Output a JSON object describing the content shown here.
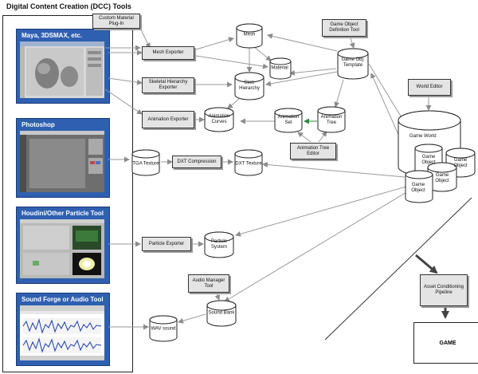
{
  "dcc": {
    "title": "Digital Content Creation (DCC) Tools",
    "apps": [
      {
        "label": "Maya, 3DSMAX, etc.",
        "shot": "maya"
      },
      {
        "label": "Photoshop",
        "shot": "photoshop"
      },
      {
        "label": "Houdini/Other Particle Tool",
        "shot": "houdini"
      },
      {
        "label": "Sound Forge or Audio Tool",
        "shot": "sound"
      }
    ]
  },
  "tools": {
    "custom_material_plugin": "Custom Material Plug-In",
    "mesh_exporter": "Mesh Exporter",
    "skeletal_hierarchy_exporter": "Skeletal Hierarchy Exporter",
    "animation_exporter": "Animation Exporter",
    "dxt_compression": "DXT Compression",
    "game_object_definition_tool": "Game Object Definition Tool",
    "animation_tree_editor": "Animation Tree Editor",
    "world_editor": "World Editor",
    "particle_exporter": "Particle Exporter",
    "audio_manager_tool": "Audio Manager Tool",
    "asset_conditioning_pipeline": "Asset Conditioning Pipeline"
  },
  "assets": {
    "mesh": "Mesh",
    "material": "Material",
    "skel_hierarchy": "Skel. Hierarchy",
    "animation_curves": "Animation Curves",
    "game_obj_template": "Game Obj. Template",
    "animation_set": "Animation Set",
    "animation_tree": "Animation Tree",
    "tga_texture": "TGA Texture",
    "dxt_texture": "DXT Texture",
    "particle_system": "Particle System",
    "sound_bank": "Sound Bank",
    "wav_sound": "WAV sound"
  },
  "world": {
    "label": "Game World",
    "object_label": "Game Object"
  },
  "game": "GAME",
  "colors": {
    "panel_blue": "#2f5fb0",
    "tool_fill": "#e4e4e4",
    "flow_arrow": "#9a9a9a",
    "green_arrow": "#2e8b3e"
  }
}
